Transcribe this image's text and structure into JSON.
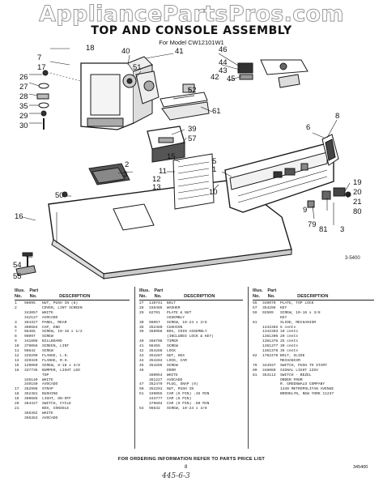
{
  "watermark": "AppliancePartsPros.com",
  "title": "TOP AND CONSOLE ASSEMBLY",
  "model": "For Model CW12101W1",
  "figure_code": "3-5400",
  "callouts": [
    "18",
    "7",
    "17",
    "26",
    "27",
    "28",
    "35",
    "29",
    "30",
    "40",
    "41",
    "51",
    "42",
    "46",
    "44",
    "43",
    "45",
    "62",
    "61",
    "39",
    "57",
    "15",
    "11",
    "1",
    "2",
    "6",
    "3",
    "8",
    "5",
    "10",
    "12",
    "13",
    "50",
    "16",
    "54",
    "55",
    "9",
    "79",
    "81",
    "19",
    "20",
    "21",
    "80",
    "3"
  ],
  "table_headers": {
    "illus": "Illus.",
    "part": "Part",
    "no": "No.",
    "description": "DESCRIPTION"
  },
  "columns": [
    {
      "rows": [
        [
          "1",
          "98095",
          "NUT, PUSH IN (8)"
        ],
        [
          "2",
          "",
          "COVER, LINT SCREEN"
        ],
        [
          "",
          "343057",
          "WHITE"
        ],
        [
          "",
          "342127",
          "AVOCADO"
        ],
        [
          "3",
          "364327",
          "PANEL, REAR"
        ],
        [
          "6",
          "360684",
          "CAP, END"
        ],
        [
          "7",
          "98465",
          "SCREW, 10-16 x 1/2"
        ],
        [
          "8",
          "98097",
          "SCREW"
        ],
        [
          "9",
          "341805",
          "BILLBOARD"
        ],
        [
          "10",
          "379056",
          "SCREEN, LINT"
        ],
        [
          "11",
          "98642",
          "SCREW"
        ],
        [
          "12",
          "329299",
          "FLANGE, L.H."
        ],
        [
          "13",
          "329329",
          "FLANGE, R.H."
        ],
        [
          "15",
          "129060",
          "SCREW, 8-18 x 3/8"
        ],
        [
          "16",
          "337735",
          "BUMPER, LIGHT LED"
        ],
        [
          "",
          "",
          "TOP"
        ],
        [
          "",
          "345149",
          "WHITE"
        ],
        [
          "",
          "349150",
          "AVOCADO"
        ],
        [
          "17",
          "352996",
          "STRAP"
        ],
        [
          "18",
          "352481",
          "BUSHING"
        ],
        [
          "19",
          "360685",
          "LIGHT, ON-OFF"
        ],
        [
          "20",
          "364427",
          "SWITCH, CYCLE"
        ],
        [
          "21",
          "",
          "BOX, CONSOLE"
        ],
        [
          "",
          "365362",
          "WHITE"
        ],
        [
          "",
          "365363",
          "AVOCADO"
        ]
      ]
    },
    {
      "rows": [
        [
          "27",
          "110741",
          "BOLT"
        ],
        [
          "28",
          "156485",
          "WASHER"
        ],
        [
          "29",
          "62701",
          "PLATE & NUT"
        ],
        [
          "",
          "",
          "ASSEMBLY"
        ],
        [
          "30",
          "98057",
          "SCREW, 10-24 x 3/8"
        ],
        [
          "35",
          "352480",
          "CUSHION"
        ],
        [
          "39",
          "358956",
          "BOX, COIN ASSEMBLY"
        ],
        [
          "",
          "",
          "(INCLUDES LOCK & KEY)"
        ],
        [
          "40",
          "368708",
          "TIMER"
        ],
        [
          "41",
          "98455",
          "SCREW"
        ],
        [
          "42",
          "354288",
          "LOCK"
        ],
        [
          "43",
          "354287",
          "NUT, HEX"
        ],
        [
          "44",
          "354284",
          "LOCK, CAM"
        ],
        [
          "45",
          "354285",
          "SCREW"
        ],
        [
          "46",
          "",
          "DOOR"
        ],
        [
          "",
          "360054",
          "WHITE"
        ],
        [
          "",
          "361227",
          "AVOCADO"
        ],
        [
          "47",
          "352479",
          "PLUG, SNAP (9)"
        ],
        [
          "50",
          "352291",
          "NUT, PUSH IN"
        ],
        [
          "51",
          "339055",
          "CAM (6 PIN) .45 MIN"
        ],
        [
          "",
          "343777",
          "CAM (6 PIN)"
        ],
        [
          "",
          "379604",
          "CAM (9 PIN) .60 MIN"
        ],
        [
          "54",
          "98632",
          "SCREW, 10-24 x 3/8"
        ]
      ]
    },
    {
      "rows": [
        [
          "55",
          "349070",
          "PLATE, TOP LOCK"
        ],
        [
          "57",
          "354296",
          "KEY"
        ],
        [
          "59",
          "92509",
          "SCREW, 10-16 x 3/8"
        ],
        [
          "",
          "",
          "KEY"
        ],
        [
          "61",
          "",
          "SLIDE, MECHANISM"
        ],
        [
          "",
          "1342302",
          "5 cents"
        ],
        [
          "",
          "1342303",
          "10 cents"
        ],
        [
          "",
          "1361306",
          "20 cents"
        ],
        [
          "",
          "1361376",
          "25 cents"
        ],
        [
          "",
          "1361377",
          "30 cents"
        ],
        [
          "",
          "1361378",
          "35 cents"
        ],
        [
          "62",
          "1702470",
          "BOLT, SLIDE"
        ],
        [
          "",
          "",
          "MECHANISM"
        ],
        [
          "79",
          "344937",
          "SWITCH, PUSH TO START"
        ],
        [
          "80",
          "348060",
          "SIGNAL LIGHT 125V"
        ],
        [
          "81",
          "354113",
          "SWITCH - BEZEL"
        ],
        [
          "",
          "",
          ""
        ],
        [
          "",
          "",
          "ORDER FROM"
        ],
        [
          "",
          "",
          "R. GREENWALD COMPANY"
        ],
        [
          "",
          "",
          "1340 METROPOLITAN AVENUE"
        ],
        [
          "",
          "",
          "BROOKLYN, NEW YORK 11237"
        ]
      ]
    }
  ],
  "footer_note": "FOR ORDERING INFORMATION REFER TO PARTS PRICE LIST",
  "page_number": "8",
  "doc_number": "345400",
  "handwritten": "445-6-3"
}
